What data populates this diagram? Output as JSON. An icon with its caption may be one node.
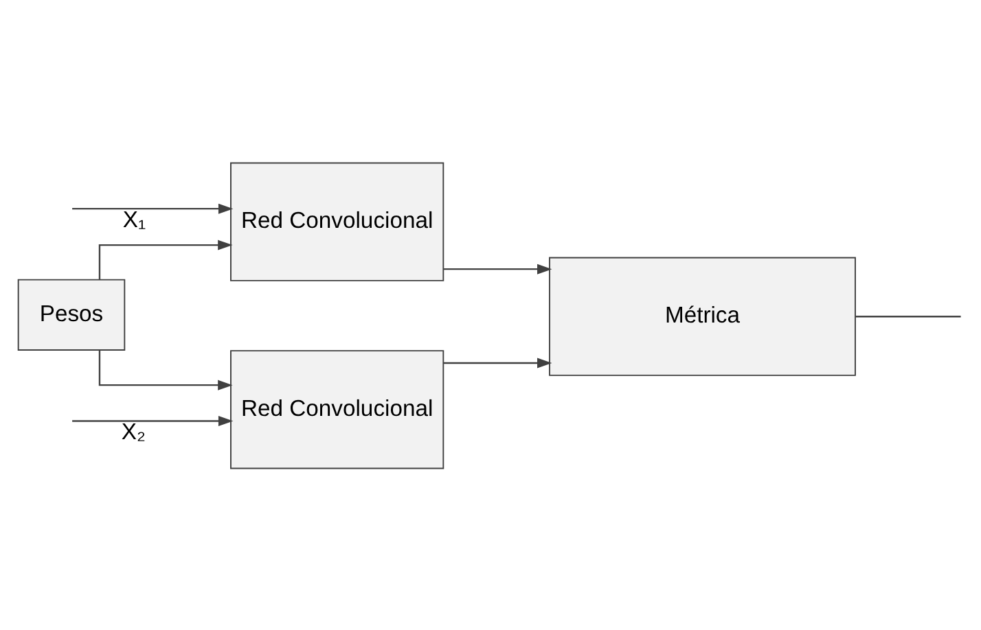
{
  "diagram": {
    "nodes": [
      {
        "text": [
          "Red Convolucional"
        ]
      },
      {
        "text": [
          "Pesos"
        ]
      },
      {
        "text": [
          "Red Convolucional"
        ]
      },
      {
        "text": [
          "Métrica"
        ]
      }
    ],
    "edges": [
      {
        "from": null,
        "to": 0,
        "arrow": "to",
        "label": "X₁"
      },
      {
        "from": 1,
        "to": 0,
        "arrow": "to"
      },
      {
        "from": 1,
        "to": 2,
        "arrow": "to"
      },
      {
        "from": null,
        "to": 2,
        "arrow": "to",
        "label": "X₂"
      },
      {
        "from": 0,
        "to": 3,
        "arrow": "to"
      },
      {
        "from": 2,
        "to": 3,
        "arrow": "to"
      },
      {
        "from": 3,
        "to": null,
        "arrow": "none"
      }
    ]
  }
}
